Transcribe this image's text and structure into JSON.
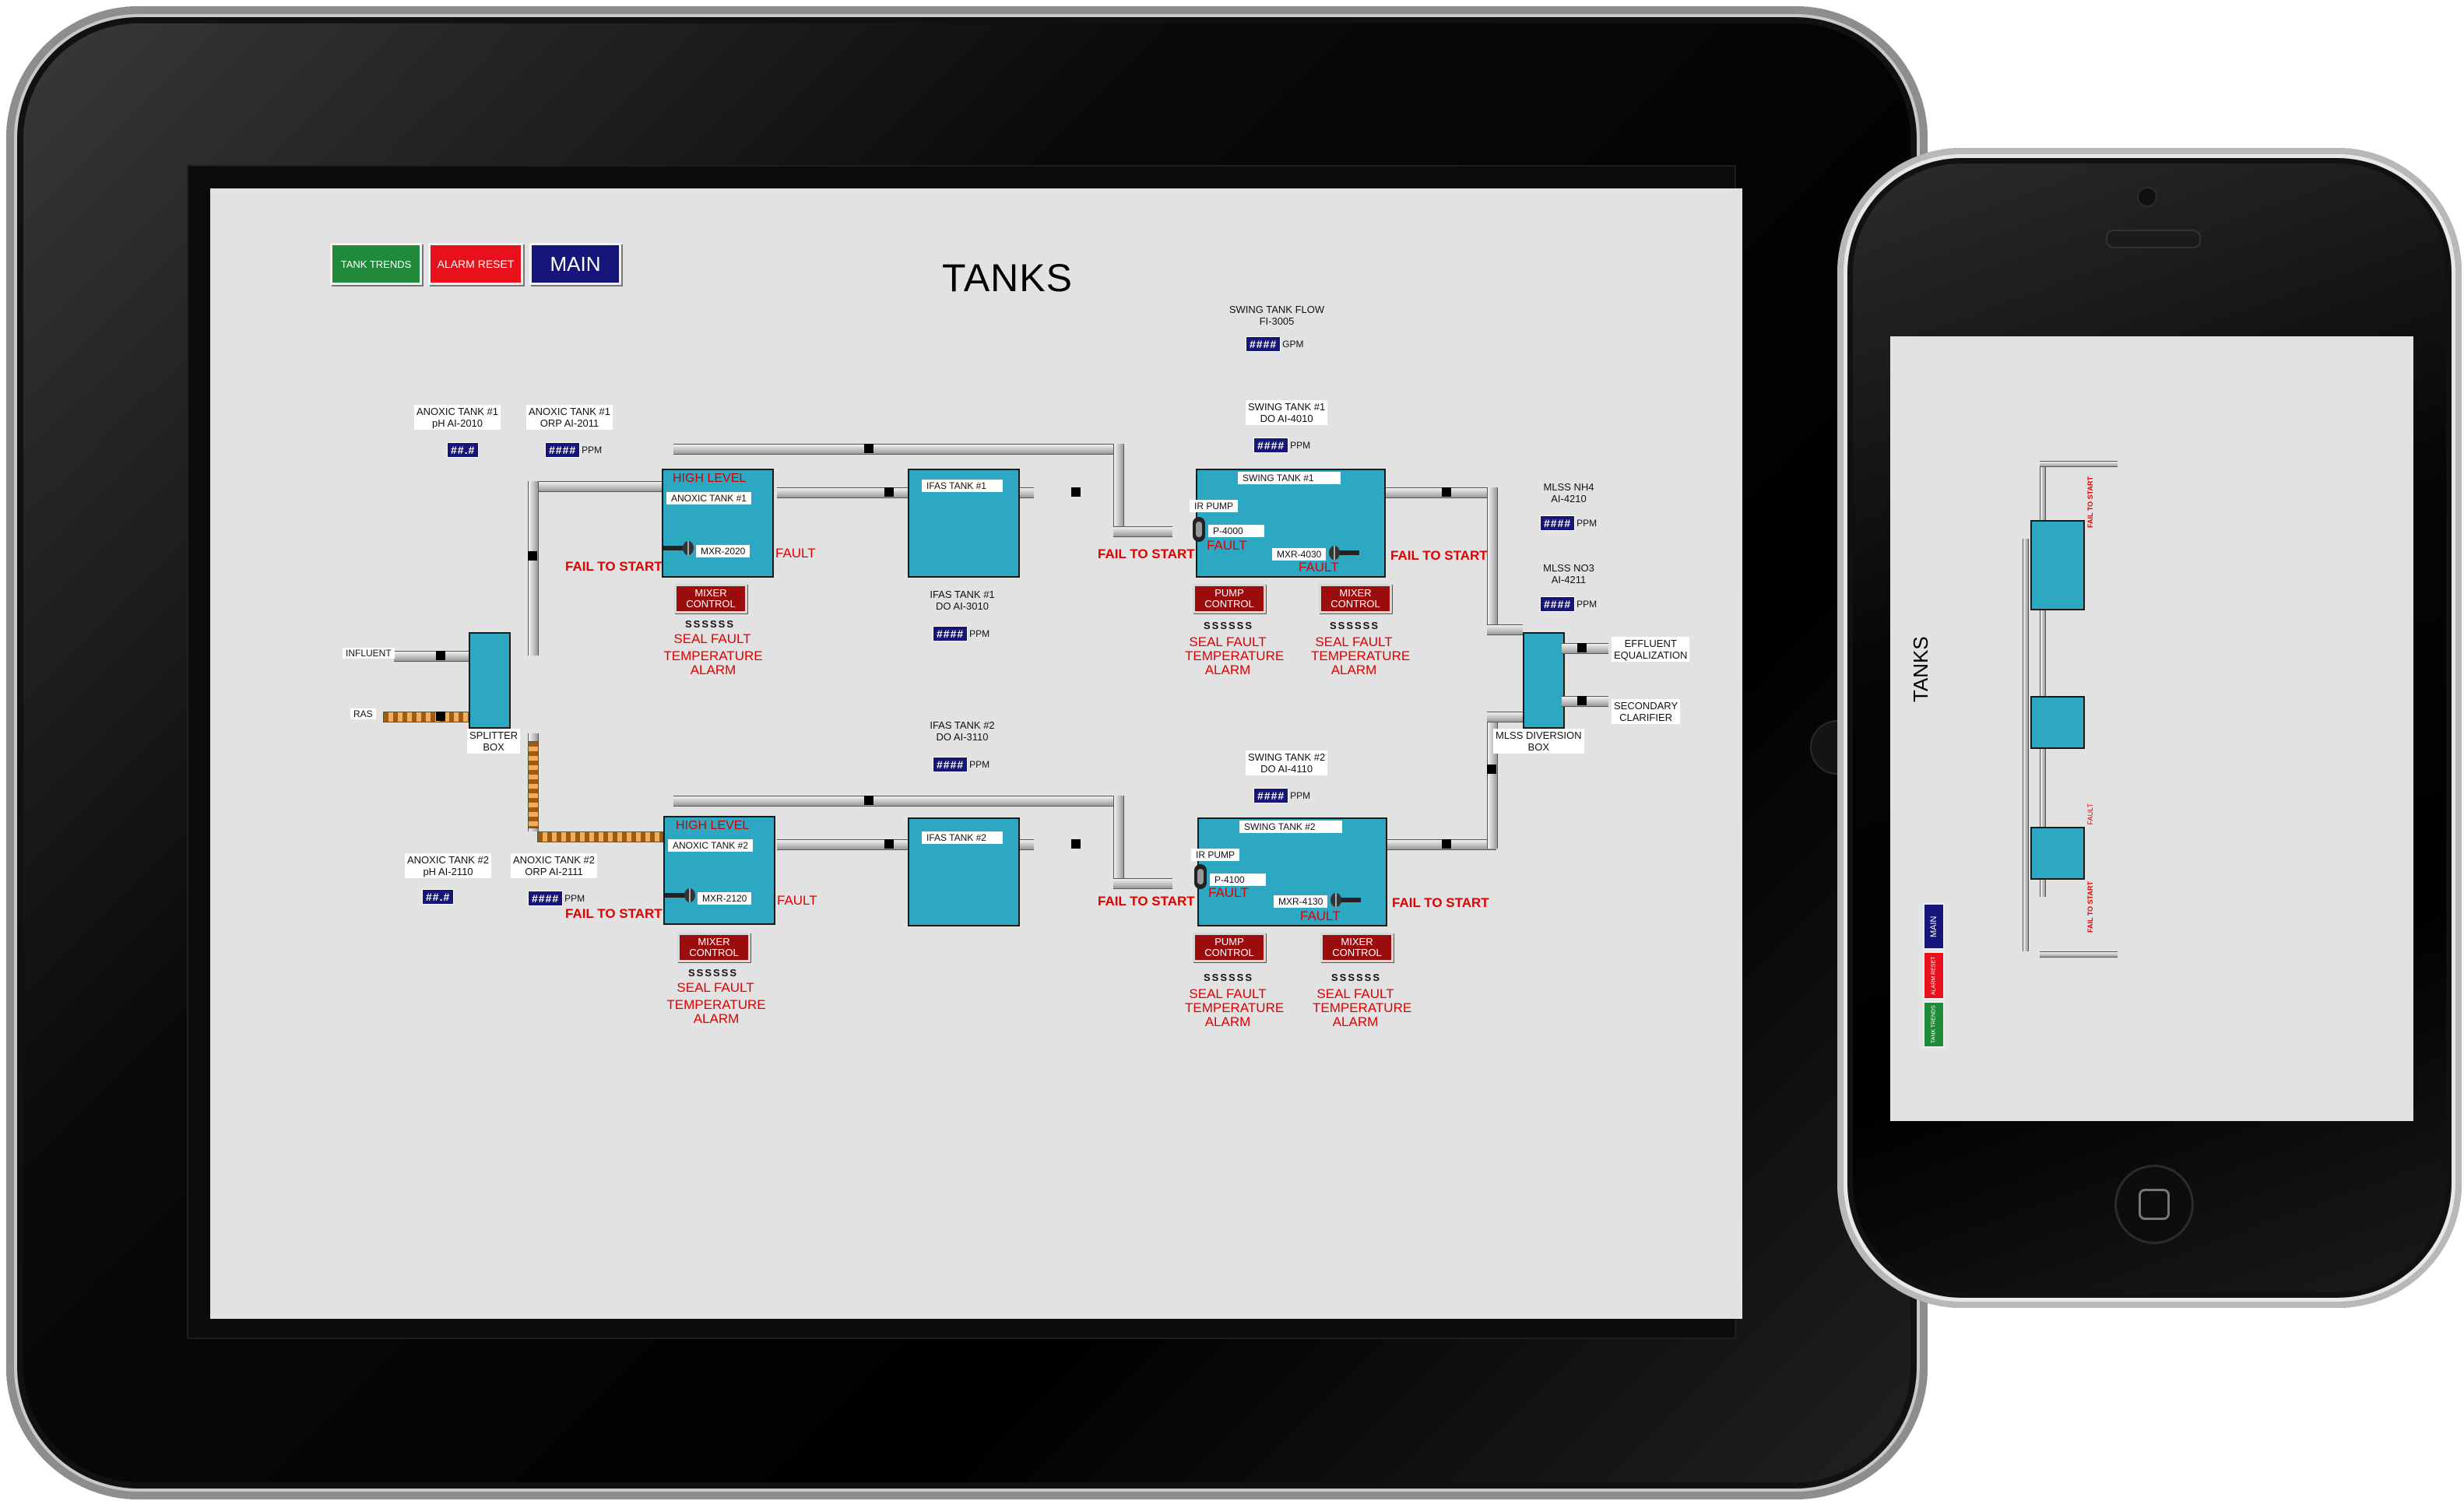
{
  "buttons": {
    "tank_trends": "TANK TRENDS",
    "alarm_reset": "ALARM RESET",
    "main": "MAIN"
  },
  "colors": {
    "tank": "#2ca8c2",
    "alarm": "#e00000",
    "value_box": "#16167a",
    "trends_btn": "#1e8a3a",
    "alarm_btn": "#e8101a",
    "main_btn": "#16167a",
    "control_btn": "#9b0d0d"
  },
  "title": "TANKS",
  "swing_flow": {
    "label_line1": "SWING TANK FLOW",
    "label_line2": "FI-3005",
    "value": "####",
    "unit": "GPM"
  },
  "anoxic1_ph": {
    "line1": "ANOXIC TANK #1",
    "line2": "pH AI-2010",
    "value": "##.#"
  },
  "anoxic1_orp": {
    "line1": "ANOXIC TANK #1",
    "line2": "ORP AI-2011",
    "value": "####",
    "unit": "PPM"
  },
  "anoxic2_ph": {
    "line1": "ANOXIC TANK #2",
    "line2": "pH AI-2110",
    "value": "##.#"
  },
  "anoxic2_orp": {
    "line1": "ANOXIC TANK #2",
    "line2": "ORP AI-2111",
    "value": "####",
    "unit": "PPM"
  },
  "swing1_do": {
    "line1": "SWING TANK #1",
    "line2": "DO AI-4010",
    "value": "####",
    "unit": "PPM"
  },
  "swing2_do": {
    "line1": "SWING TANK #2",
    "line2": "DO AI-4110",
    "value": "####",
    "unit": "PPM"
  },
  "ifas1_do": {
    "line1": "IFAS TANK #1",
    "line2": "DO AI-3010",
    "value": "####",
    "unit": "PPM"
  },
  "ifas2_do": {
    "line1": "IFAS TANK #2",
    "line2": "DO AI-3110",
    "value": "####",
    "unit": "PPM"
  },
  "mlss_nh4": {
    "line1": "MLSS NH4",
    "line2": "AI-4210",
    "value": "####",
    "unit": "PPM"
  },
  "mlss_no3": {
    "line1": "MLSS NO3",
    "line2": "AI-4211",
    "value": "####",
    "unit": "PPM"
  },
  "flows": {
    "influent": "INFLUENT",
    "ras": "RAS",
    "splitter_line1": "SPLITTER",
    "splitter_line2": "BOX",
    "effluent_line1": "EFFLUENT",
    "effluent_line2": "EQUALIZATION",
    "secondary_line1": "SECONDARY",
    "secondary_line2": "CLARIFIER",
    "diversion_line1": "MLSS DIVERSION",
    "diversion_line2": "BOX"
  },
  "anoxic1": {
    "high_level": "HIGH LEVEL",
    "name": "ANOXIC TANK #1",
    "mixer": "MXR-2020",
    "fault": "FAULT",
    "fail": "FAIL TO START",
    "control": "MIXER CONTROL",
    "ss": "SSSSSS",
    "seal": "SEAL FAULT",
    "temp": "TEMPERATURE ALARM"
  },
  "anoxic2": {
    "high_level": "HIGH LEVEL",
    "name": "ANOXIC TANK #2",
    "mixer": "MXR-2120",
    "fault": "FAULT",
    "fail": "FAIL TO START",
    "control": "MIXER CONTROL",
    "ss": "SSSSSS",
    "seal": "SEAL FAULT",
    "temp": "TEMPERATURE ALARM"
  },
  "ifas1": {
    "name": "IFAS TANK #1"
  },
  "ifas2": {
    "name": "IFAS TANK #2"
  },
  "swing1": {
    "name": "SWING TANK #1",
    "ir_pump": "IR PUMP",
    "pump": "P-4000",
    "pump_fault": "FAULT",
    "pump_fail": "FAIL TO START",
    "pump_control": "PUMP CONTROL",
    "pump_ss": "SSSSSS",
    "pump_seal": "SEAL FAULT",
    "pump_temp": "TEMPERATURE",
    "pump_alarm": "ALARM",
    "mixer": "MXR-4030",
    "mixer_fault": "FAULT",
    "mixer_fail": "FAIL TO START",
    "mixer_control": "MIXER CONTROL",
    "mixer_ss": "SSSSSS",
    "mixer_seal": "SEAL FAULT",
    "mixer_temp": "TEMPERATURE",
    "mixer_alarm": "ALARM"
  },
  "swing2": {
    "name": "SWING TANK #2",
    "ir_pump": "IR PUMP",
    "pump": "P-4100",
    "pump_fault": "FAULT",
    "pump_fail": "FAIL TO START",
    "pump_control": "PUMP CONTROL",
    "pump_ss": "SSSSSS",
    "pump_seal": "SEAL FAULT",
    "pump_temp": "TEMPERATURE",
    "pump_alarm": "ALARM",
    "mixer": "MXR-4130",
    "mixer_fault": "FAULT",
    "mixer_fail": "FAIL TO START",
    "mixer_control": "MIXER CONTROL",
    "mixer_ss": "SSSSSS",
    "mixer_seal": "SEAL FAULT",
    "mixer_temp": "TEMPERATURE",
    "mixer_alarm": "ALARM"
  }
}
